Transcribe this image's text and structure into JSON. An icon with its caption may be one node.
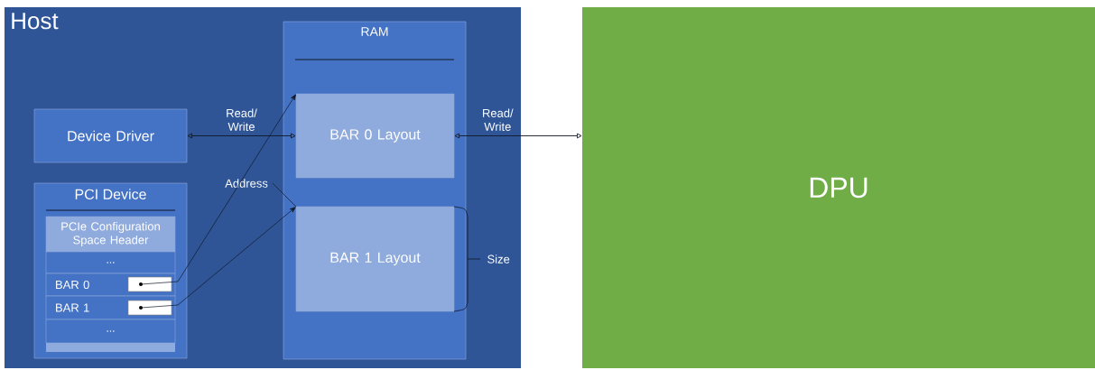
{
  "diagram": {
    "nodes": [
      {
        "text": [
          "Host"
        ]
      },
      {
        "text": [
          "RAM"
        ],
        "in": 0
      },
      {
        "text": [
          "Device Driver"
        ],
        "in": 0
      },
      {
        "text": [
          "BAR 0 Layout"
        ],
        "in": 1
      },
      {
        "text": [
          "DPU"
        ]
      },
      {
        "text": [
          "Address"
        ],
        "in": 0
      },
      {
        "text": [
          "PCI Device"
        ],
        "in": 0
      },
      {
        "text": [
          "PCIe Configuration Space Header"
        ],
        "in": 6
      },
      {
        "text": [
          "..."
        ],
        "in": 6
      },
      {
        "text": [
          "BAR 0"
        ],
        "in": 6
      },
      {
        "text": [],
        "shape": "box",
        "in": 9
      },
      {
        "text": [
          "BAR 1"
        ],
        "in": 6
      },
      {
        "text": [],
        "shape": "box",
        "in": 11
      },
      {
        "text": [
          "..."
        ],
        "in": 6
      },
      {
        "text": [
          "BAR 1 Layout"
        ],
        "in": 1
      }
    ],
    "edges": [
      {
        "from": 2,
        "to": 3,
        "arrow": "both",
        "label": "Read/ Write"
      },
      {
        "from": 3,
        "to": 4,
        "arrow": "both",
        "label": "Read/ Write"
      },
      {
        "from": 10,
        "to": 3,
        "arrow": "to"
      },
      {
        "from": 12,
        "to": 14,
        "arrow": "to"
      },
      {
        "from": 5,
        "to": 14,
        "arrow": "none"
      }
    ],
    "labels": [
      "Size"
    ]
  }
}
